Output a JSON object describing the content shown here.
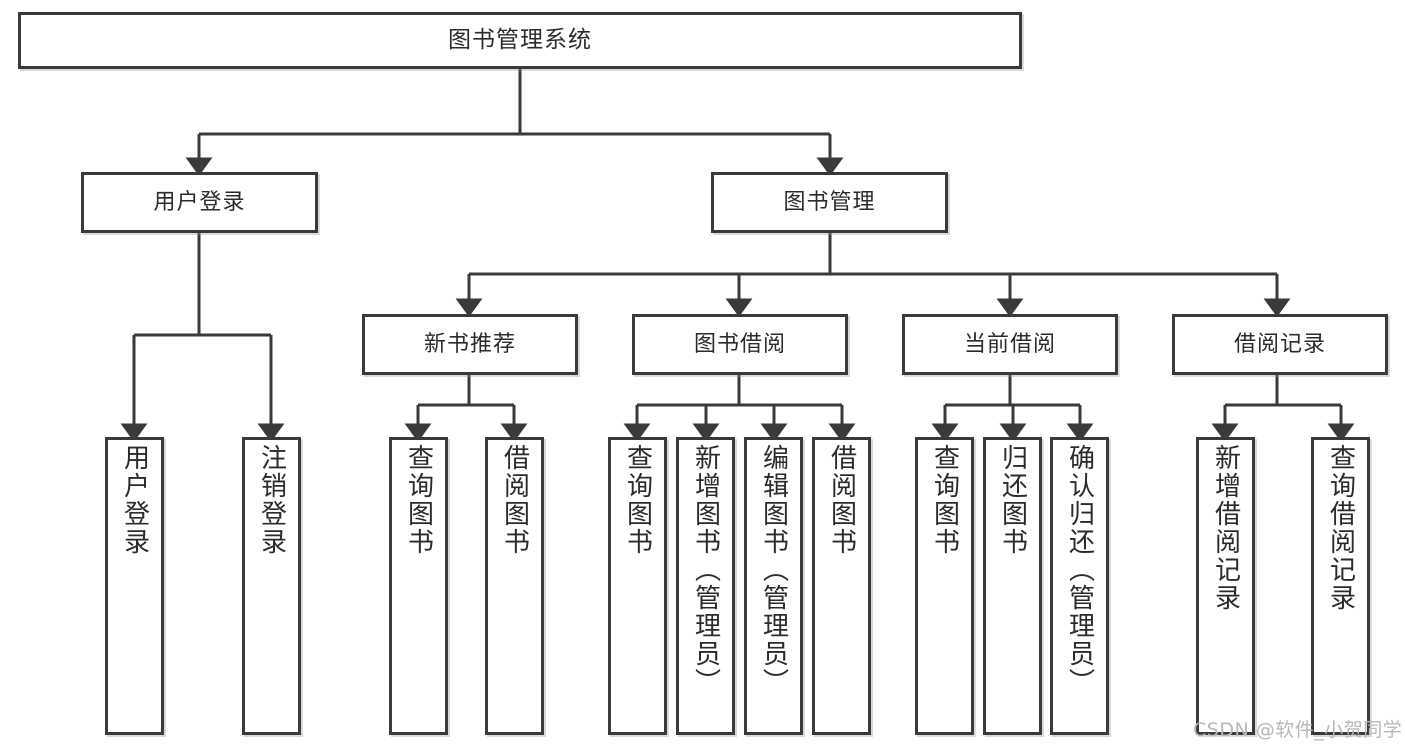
{
  "diagram": {
    "title": "图书管理系统",
    "type": "tree-hierarchy-chart",
    "root": {
      "label": "图书管理系统"
    },
    "level2": [
      {
        "label": "用户登录"
      },
      {
        "label": "图书管理"
      }
    ],
    "level3": [
      {
        "label": "新书推荐"
      },
      {
        "label": "图书借阅"
      },
      {
        "label": "当前借阅"
      },
      {
        "label": "借阅记录"
      }
    ],
    "leaves": {
      "user_login": [
        {
          "label": "用户登录"
        },
        {
          "label": "注销登录"
        }
      ],
      "new_book": [
        {
          "label": "查询图书"
        },
        {
          "label": "借阅图书"
        }
      ],
      "book_borrow": [
        {
          "label": "查询图书"
        },
        {
          "label": "新增图书（管理员）"
        },
        {
          "label": "编辑图书（管理员）"
        },
        {
          "label": "借阅图书"
        }
      ],
      "current_borrow": [
        {
          "label": "查询图书"
        },
        {
          "label": "归还图书"
        },
        {
          "label": "确认归还（管理员）"
        }
      ],
      "borrow_record": [
        {
          "label": "新增借阅记录"
        },
        {
          "label": "查询借阅记录"
        }
      ]
    }
  },
  "watermark": {
    "text": "CSDN @软件_小贺同学"
  },
  "colors": {
    "border": "#3a3a3a",
    "background": "#ffffff",
    "text": "#2b2b2b",
    "watermark": "#b9b9b9"
  }
}
